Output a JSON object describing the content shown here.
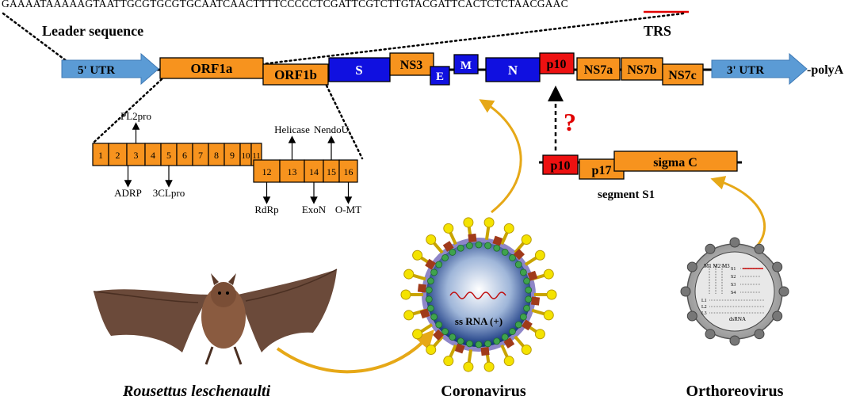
{
  "sequence": {
    "prefix": "GAAAATAAAAAGTAATTGCGTGCGTGCAATCAACTTTTCCCCCTCGATTCGTCTTGTACGATTCACTCTCTA",
    "trs": "ACGAAC"
  },
  "labels": {
    "leader": "Leader sequence",
    "trs": "TRS",
    "polyA": "-polyA",
    "question": "?",
    "segment": "segment S1",
    "species": "Rousettus leschenaulti",
    "corona": "Coronavirus",
    "orthoreo": "Orthoreovirus",
    "ssrna": "ss RNA (+)",
    "dsrna": "dsRNA"
  },
  "genome": {
    "utr5": "5' UTR",
    "orf1a": "ORF1a",
    "orf1b": "ORF1b",
    "s": "S",
    "ns3": "NS3",
    "e": "E",
    "m": "M",
    "n": "N",
    "p10": "p10",
    "ns7a": "NS7a",
    "ns7b": "NS7b",
    "ns7c": "NS7c",
    "utr3": "3' UTR"
  },
  "nsp": {
    "top": [
      "1",
      "2",
      "3",
      "4",
      "5",
      "6",
      "7",
      "8",
      "9",
      "10",
      "11"
    ],
    "bottom": [
      "12",
      "13",
      "14",
      "15",
      "16"
    ],
    "pl2pro": "PL2pro",
    "helicase": "Helicase",
    "nendou": "NendoU",
    "adrp": "ADRP",
    "clpro": "3CLpro",
    "rdrp": "RdRp",
    "exon": "ExoN",
    "omt": "O-MT"
  },
  "s1": {
    "p10": "p10",
    "p17": "p17",
    "sigma": "sigma C"
  },
  "reo": {
    "m": "M1 M2 M3",
    "s": [
      "S1",
      "S2",
      "S3",
      "S4"
    ],
    "l": [
      "L1",
      "L2",
      "L3"
    ]
  },
  "colors": {
    "orf": "#F7931E",
    "blue": "#1010E0",
    "red": "#EE1111",
    "utr": "#5B9BD5",
    "arrow": "#E6A817"
  }
}
